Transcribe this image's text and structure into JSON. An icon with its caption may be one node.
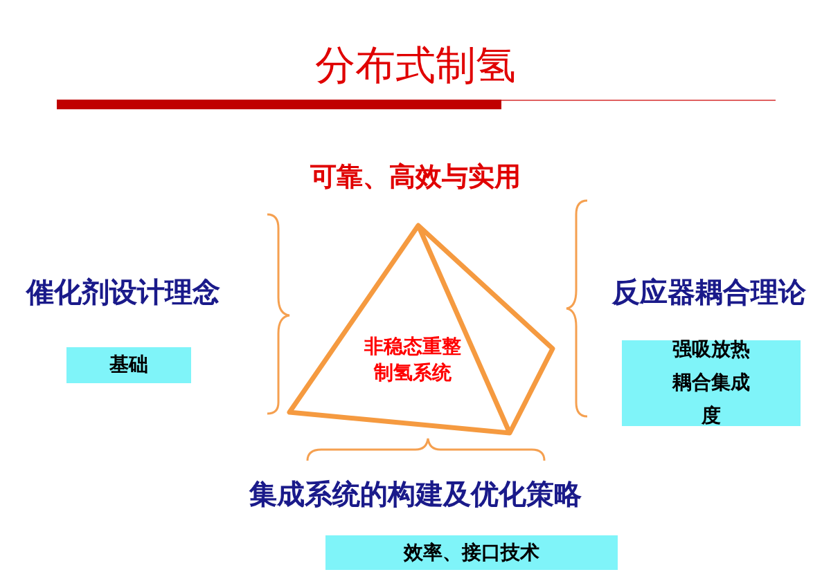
{
  "diagram": {
    "title": "分布式制氢",
    "nodes": [
      {
        "text": [
          "非稳态重整制氢系统"
        ]
      },
      {
        "text": [
          "基础"
        ]
      },
      {
        "text": [
          "强吸放热耦合集成度"
        ]
      },
      {
        "text": [
          "效率、接口技术"
        ]
      }
    ],
    "labels": [
      "可靠、高效与实用",
      "催化剂设计理念",
      "反应器耦合理论",
      "集成系统的构建及优化策略"
    ]
  }
}
